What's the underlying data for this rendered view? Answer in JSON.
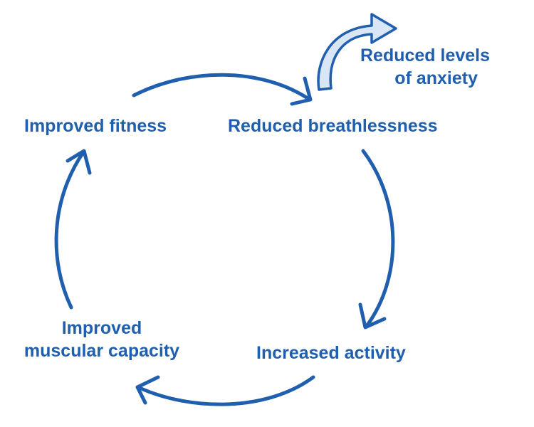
{
  "diagram": {
    "colors": {
      "primary": "#1f5fae",
      "accent_fill": "#d9e6f5",
      "background": "#ffffff"
    },
    "nodes": {
      "improved_fitness": {
        "label": "Improved fitness"
      },
      "reduced_breathlessness": {
        "label": "Reduced breathlessness"
      },
      "reduced_anxiety": {
        "line1": "Reduced levels",
        "line2": "of anxiety"
      },
      "increased_activity": {
        "label": "Increased activity"
      },
      "improved_muscular_capacity": {
        "line1": "Improved",
        "line2": "muscular capacity"
      }
    },
    "flow": [
      {
        "from": "Improved fitness",
        "to": "Reduced breathlessness"
      },
      {
        "from": "Reduced breathlessness",
        "to": "Increased activity"
      },
      {
        "from": "Increased activity",
        "to": "Improved muscular capacity"
      },
      {
        "from": "Improved muscular capacity",
        "to": "Improved fitness"
      },
      {
        "from": "Reduced breathlessness",
        "to": "Reduced levels of anxiety"
      }
    ]
  }
}
